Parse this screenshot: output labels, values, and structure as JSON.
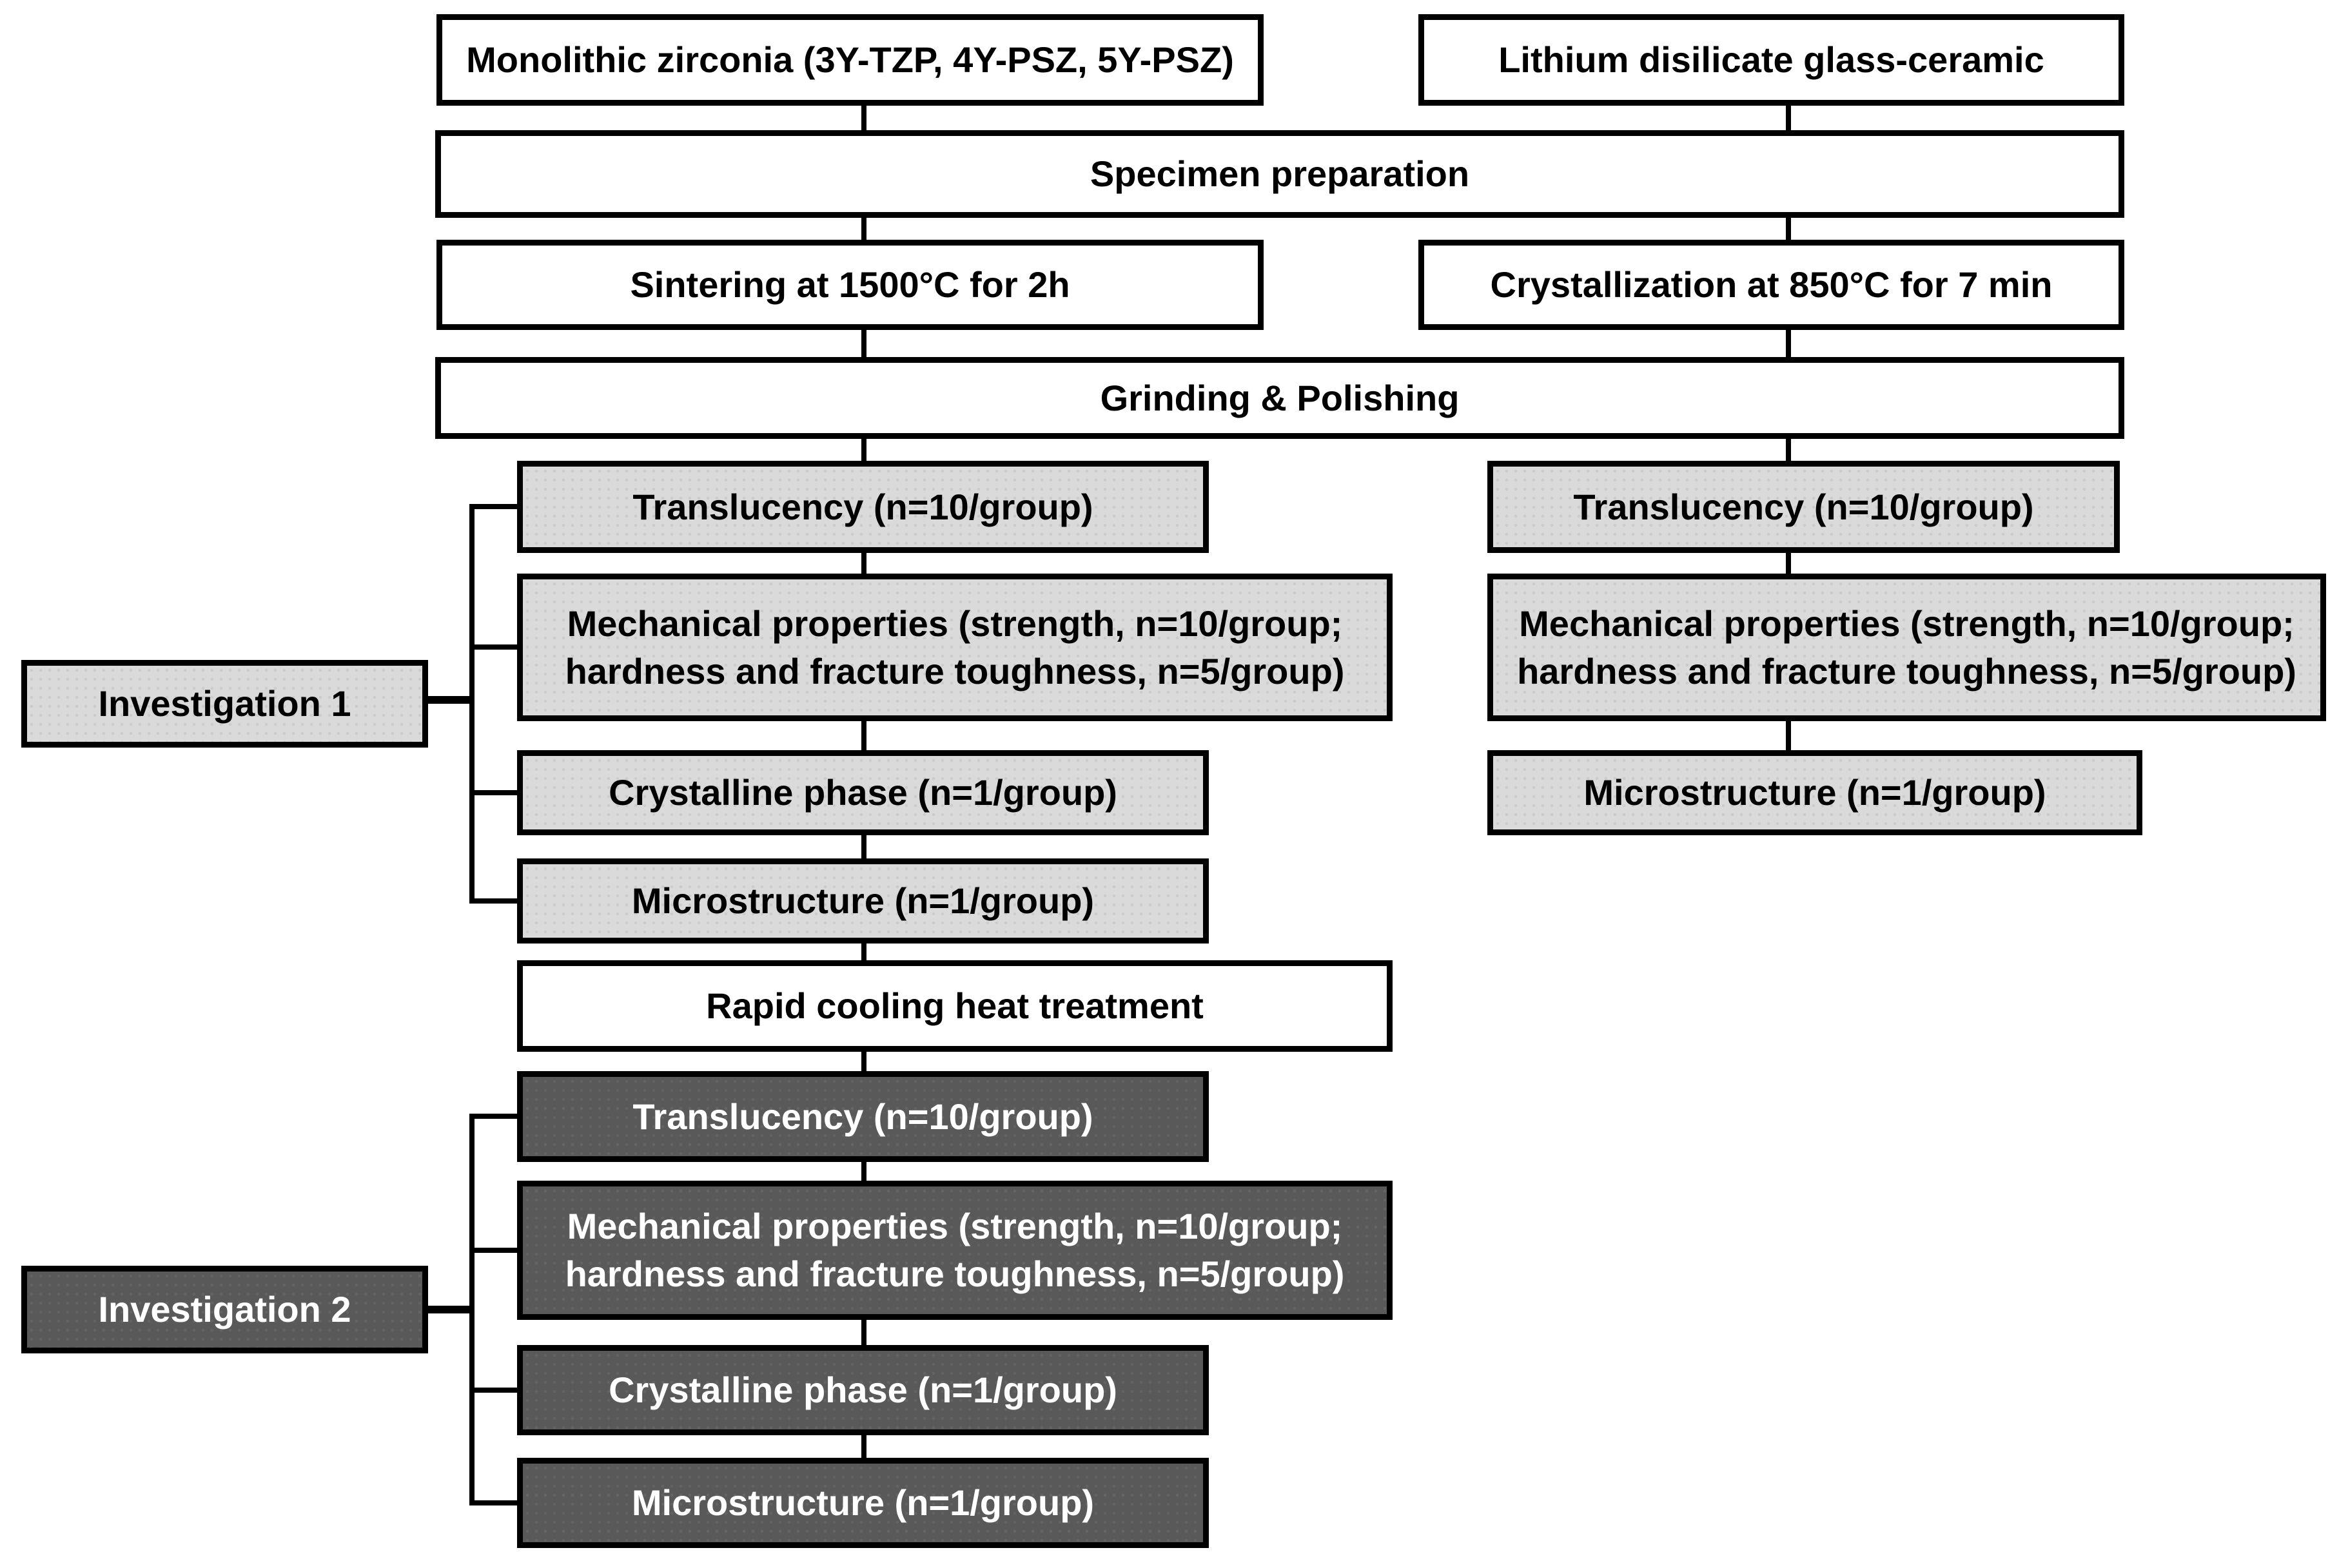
{
  "figure": {
    "left_material": "Monolithic zirconia (3Y-TZP, 4Y-PSZ, 5Y-PSZ)",
    "right_material": "Lithium disilicate glass-ceramic",
    "specimen_preparation": "Specimen preparation",
    "sintering": "Sintering at 1500°C for 2h",
    "crystallization": "Crystallization at 850°C for 7 min",
    "grinding": "Grinding & Polishing",
    "investigation1": {
      "label": "Investigation 1",
      "zirconia_tests": [
        "Translucency (n=10/group)",
        "Mechanical properties (strength, n=10/group;\nhardness and fracture toughness, n=5/group)",
        "Crystalline phase (n=1/group)",
        "Microstructure (n=1/group)"
      ],
      "lithium_tests": [
        "Translucency (n=10/group)",
        "Mechanical properties (strength, n=10/group;\nhardness and fracture toughness, n=5/group)",
        "Microstructure (n=1/group)"
      ]
    },
    "rapid_cooling": "Rapid cooling heat treatment",
    "investigation2": {
      "label": "Investigation 2",
      "tests": [
        "Translucency (n=10/group)",
        "Mechanical properties (strength, n=10/group;\nhardness and fracture toughness, n=5/group)",
        "Crystalline phase (n=1/group)",
        "Microstructure (n=1/group)"
      ]
    },
    "colors": {
      "box_white": "#ffffff",
      "box_light_gray": "#dadada",
      "box_dark_gray": "#595959",
      "border_and_lines": "#000000"
    }
  }
}
